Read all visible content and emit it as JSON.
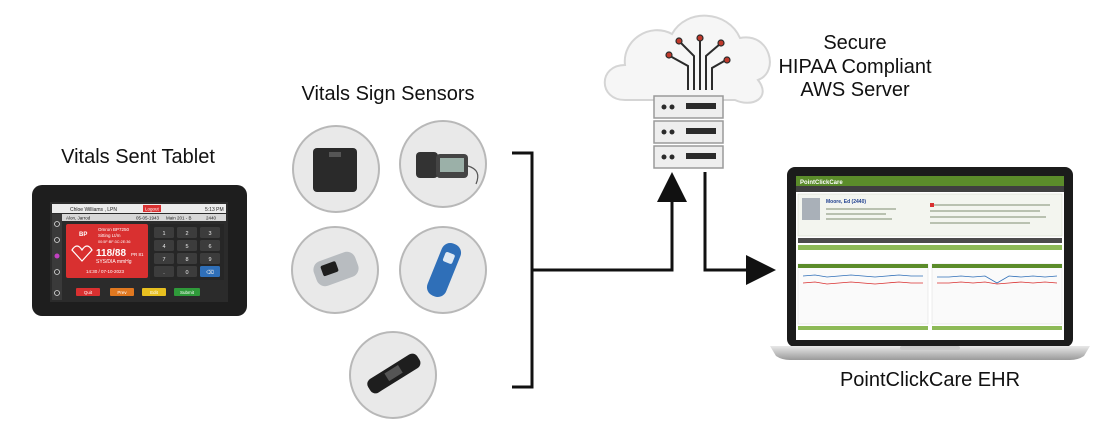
{
  "labels": {
    "tablet": "Vitals Sent Tablet",
    "sensors": "Vitals Sign Sensors",
    "server_line1": "Secure",
    "server_line2": "HIPAA Compliant",
    "server_line3": "AWS Server",
    "ehr": "PointClickCare EHR"
  },
  "tablet_screen": {
    "user": "Chloe Williams , LPN",
    "logout": "Logout",
    "time": "5:13 PM",
    "patient": "Alon, Jarrod",
    "dob": "05-05-1943",
    "room": "Main 201 - B",
    "id": "2440",
    "vital_type": "BP",
    "device": "Omron BP7250",
    "position": "Sitting Lt/m",
    "device_id": "00:5F:BF:3C:2E:36",
    "reading": "118/88",
    "pulse": "PR 81",
    "unit": "SYS/DIA mmHg",
    "timestamp": "14:30 / 07-10-2023",
    "keypad": [
      "1",
      "2",
      "3",
      "4",
      "5",
      "6",
      "7",
      "8",
      "9",
      ".",
      "0",
      "⌫"
    ],
    "buttons": {
      "quit": "Quit",
      "prev": "Prev",
      "edit": "Edit",
      "submit": "Submit"
    }
  },
  "ehr_screen": {
    "brand": "PointClickCare",
    "patient": "Moore, Ed (2440)"
  },
  "colors": {
    "accent_red": "#d93030",
    "ehr_green": "#5b8c2a",
    "tablet_frame": "#1e1e1e",
    "server_red_dot": "#c0392b"
  }
}
